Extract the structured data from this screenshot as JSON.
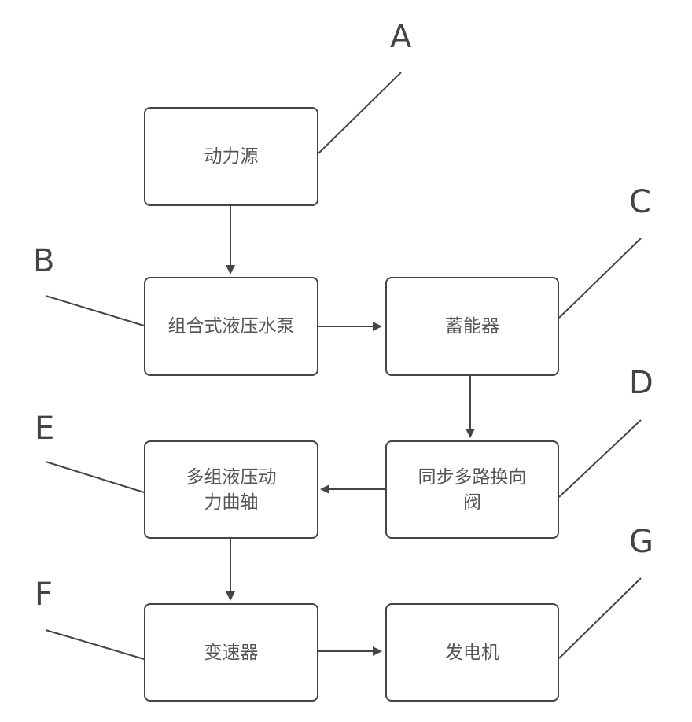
{
  "boxes": {
    "power_source": "动力源",
    "combined_pump": "组合式液压水泵",
    "accumulator": "蓄能器",
    "sync_valve": "同步多路换向阀",
    "crankshaft": "多组液压动力曲轴",
    "gearbox": "变速器",
    "generator": "发电机"
  },
  "labels": {
    "a": "A",
    "b": "B",
    "c": "C",
    "d": "D",
    "e": "E",
    "f": "F",
    "g": "G"
  }
}
